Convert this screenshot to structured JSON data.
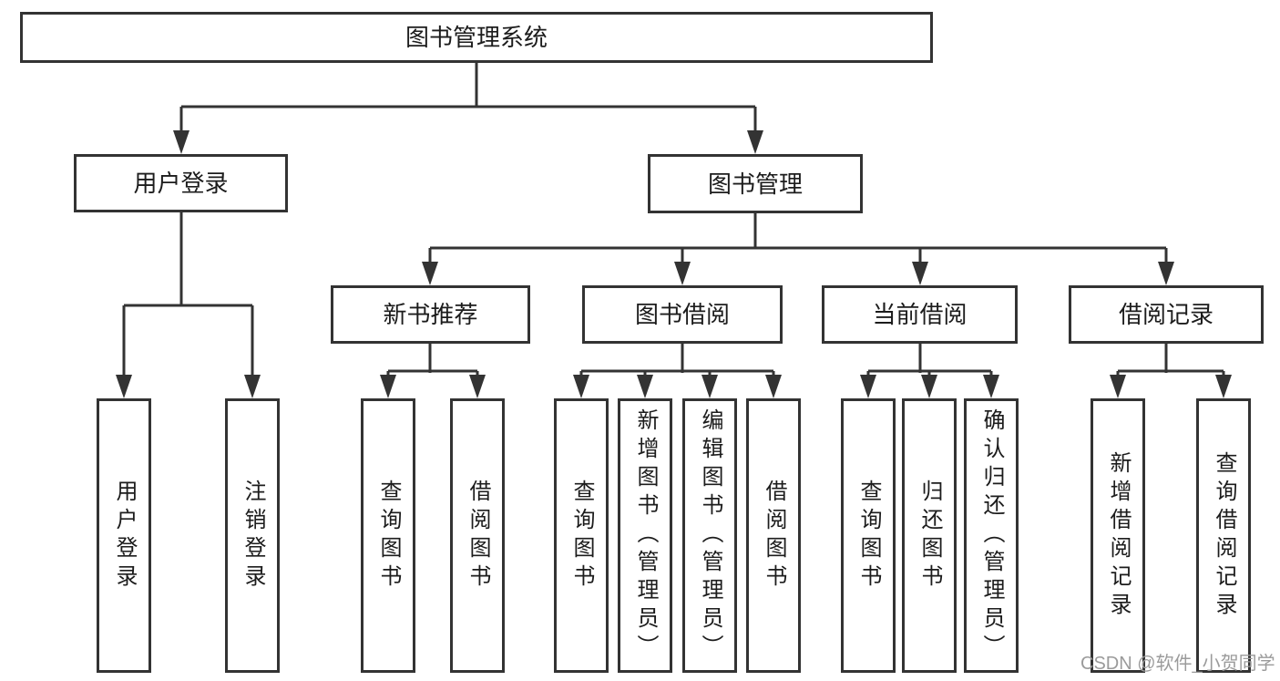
{
  "colors": {
    "line": "#333333",
    "text": "#1c1c1c",
    "background": "#ffffff",
    "watermark": "#9b9b9b"
  },
  "watermark": {
    "text": "CSDN @软件_小贺同学"
  },
  "tree": {
    "label": "图书管理系统",
    "children": [
      {
        "label": "用户登录",
        "children": [
          {
            "label": "用户登录"
          },
          {
            "label": "注销登录"
          }
        ]
      },
      {
        "label": "图书管理",
        "children": [
          {
            "label": "新书推荐",
            "children": [
              {
                "label": "查询图书"
              },
              {
                "label": "借阅图书"
              }
            ]
          },
          {
            "label": "图书借阅",
            "children": [
              {
                "label": "查询图书"
              },
              {
                "label": "新增图书（管理员）"
              },
              {
                "label": "编辑图书（管理员）"
              },
              {
                "label": "借阅图书"
              }
            ]
          },
          {
            "label": "当前借阅",
            "children": [
              {
                "label": "查询图书"
              },
              {
                "label": "归还图书"
              },
              {
                "label": "确认归还（管理员）"
              }
            ]
          },
          {
            "label": "借阅记录",
            "children": [
              {
                "label": "新增借阅记录"
              },
              {
                "label": "查询借阅记录"
              }
            ]
          }
        ]
      }
    ]
  }
}
